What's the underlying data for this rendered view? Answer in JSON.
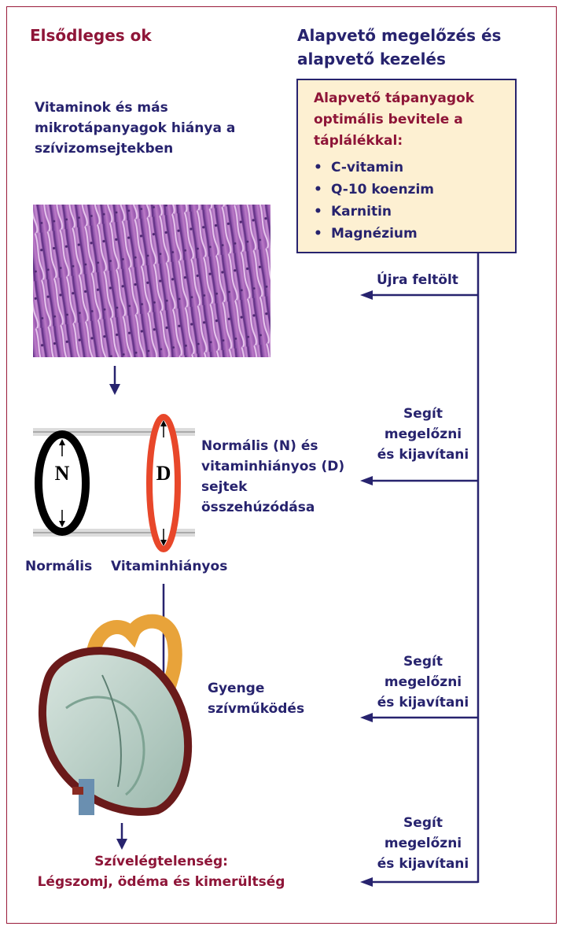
{
  "left_header": "Elsődleges ok",
  "right_header": [
    "Alapvető megelőzés és",
    "alapvető kezelés"
  ],
  "cause_text": [
    "Vitaminok és más",
    "mikrotápanyagok hiánya a",
    "szívizomsejtekben"
  ],
  "nutrient_box": {
    "title": [
      "Alapvető tápanyagok",
      "optimális bevitele a",
      "táplálékkal:"
    ],
    "items": [
      "C-vitamin",
      "Q-10 koenzim",
      "Karnitin",
      "Magnézium"
    ]
  },
  "refill_label": "Újra feltölt",
  "help_label": [
    "Segít",
    "megelőzni",
    "és kijavítani"
  ],
  "cells": {
    "normal_letter": "N",
    "deficient_letter": "D",
    "normal_label": "Normális",
    "deficient_label": "Vitaminhiányos",
    "contraction_text": [
      "Normális (N) és",
      "vitaminhiányos (D)",
      "sejtek",
      "összehúzódása"
    ]
  },
  "weak_heart_text": [
    "Gyenge",
    "szívműködés"
  ],
  "outcome": [
    "Szívelégtelenség:",
    "Légszomj, ödéma és kimerültség"
  ],
  "colors": {
    "maroon": "#8e1538",
    "navy": "#27236e",
    "box_fill": "#fdf0d2",
    "cell_red": "#e8472a"
  }
}
